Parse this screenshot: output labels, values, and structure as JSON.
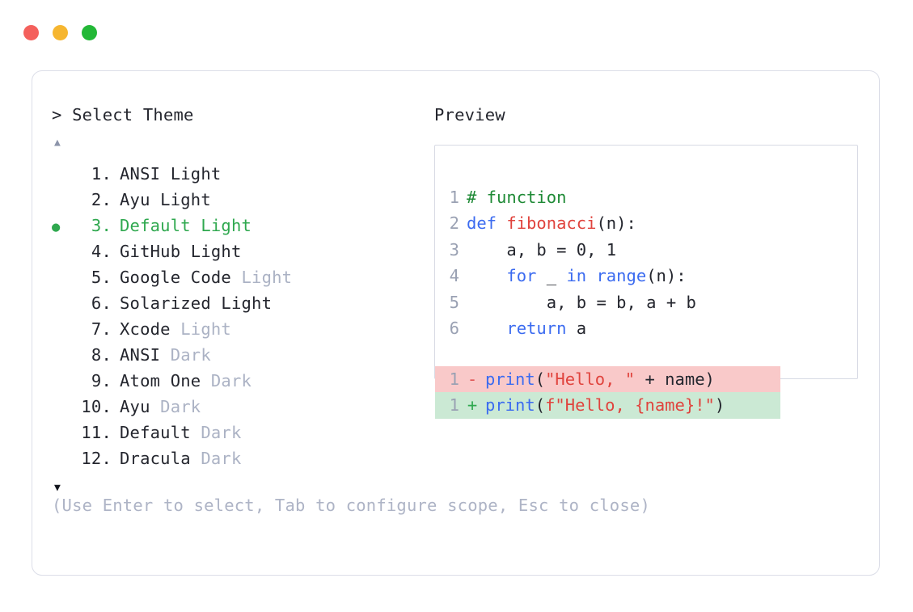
{
  "window": {
    "controls": [
      {
        "name": "close",
        "color": "#F4605C"
      },
      {
        "name": "minimize",
        "color": "#F6B630"
      },
      {
        "name": "maximize",
        "color": "#23B837"
      }
    ]
  },
  "left": {
    "prompt": "> Select Theme",
    "scroll_up": "▲",
    "scroll_down": "▼",
    "selected_index": 3,
    "bullet": "●",
    "items": [
      {
        "num": "1.",
        "name": "ANSI Light",
        "variant": "",
        "selected": false
      },
      {
        "num": "2.",
        "name": "Ayu Light",
        "variant": "",
        "selected": false
      },
      {
        "num": "3.",
        "name": "Default Light",
        "variant": "",
        "selected": true
      },
      {
        "num": "4.",
        "name": "GitHub Light",
        "variant": "",
        "selected": false
      },
      {
        "num": "5.",
        "name": "Google Code",
        "variant": "Light",
        "selected": false
      },
      {
        "num": "6.",
        "name": "Solarized Light",
        "variant": "",
        "selected": false
      },
      {
        "num": "7.",
        "name": "Xcode",
        "variant": "Light",
        "selected": false
      },
      {
        "num": "8.",
        "name": "ANSI",
        "variant": "Dark",
        "selected": false
      },
      {
        "num": "9.",
        "name": "Atom One",
        "variant": "Dark",
        "selected": false
      },
      {
        "num": "10.",
        "name": "Ayu",
        "variant": "Dark",
        "selected": false
      },
      {
        "num": "11.",
        "name": "Default",
        "variant": "Dark",
        "selected": false
      },
      {
        "num": "12.",
        "name": "Dracula",
        "variant": "Dark",
        "selected": false
      }
    ]
  },
  "hint": "(Use Enter to select, Tab to configure scope, Esc to close)",
  "preview": {
    "label": "Preview",
    "code_lines": [
      {
        "num": "1",
        "tokens": [
          {
            "t": "# function",
            "c": "comment"
          }
        ]
      },
      {
        "num": "2",
        "tokens": [
          {
            "t": "def ",
            "c": "keyword"
          },
          {
            "t": "fibonacci",
            "c": "func"
          },
          {
            "t": "(n):",
            "c": "plain"
          }
        ]
      },
      {
        "num": "3",
        "tokens": [
          {
            "t": "    a, b = 0, 1",
            "c": "plain"
          }
        ]
      },
      {
        "num": "4",
        "tokens": [
          {
            "t": "    ",
            "c": "plain"
          },
          {
            "t": "for",
            "c": "keyword"
          },
          {
            "t": " _ ",
            "c": "plain"
          },
          {
            "t": "in",
            "c": "keyword"
          },
          {
            "t": " ",
            "c": "plain"
          },
          {
            "t": "range",
            "c": "builtin"
          },
          {
            "t": "(n):",
            "c": "plain"
          }
        ]
      },
      {
        "num": "5",
        "tokens": [
          {
            "t": "        a, b = b, a + b",
            "c": "plain"
          }
        ]
      },
      {
        "num": "6",
        "tokens": [
          {
            "t": "    ",
            "c": "plain"
          },
          {
            "t": "return",
            "c": "keyword"
          },
          {
            "t": " a",
            "c": "plain"
          }
        ]
      }
    ],
    "diff_lines": [
      {
        "num": "1",
        "sign": "-",
        "kind": "del",
        "tokens": [
          {
            "t": "print",
            "c": "builtin"
          },
          {
            "t": "(",
            "c": "plain"
          },
          {
            "t": "\"Hello, \"",
            "c": "string"
          },
          {
            "t": " + name)",
            "c": "plain"
          }
        ]
      },
      {
        "num": "1",
        "sign": "+",
        "kind": "add",
        "tokens": [
          {
            "t": "print",
            "c": "builtin"
          },
          {
            "t": "(",
            "c": "plain"
          },
          {
            "t": "f\"Hello, {name}!\"",
            "c": "string"
          },
          {
            "t": ")",
            "c": "plain"
          }
        ]
      }
    ]
  },
  "colors": {
    "selected_green": "#2fa84f",
    "muted_text": "#abb2c4",
    "diff_del_bg": "#f9c9c9",
    "diff_add_bg": "#cbe9d4",
    "border": "#dcdee8"
  }
}
